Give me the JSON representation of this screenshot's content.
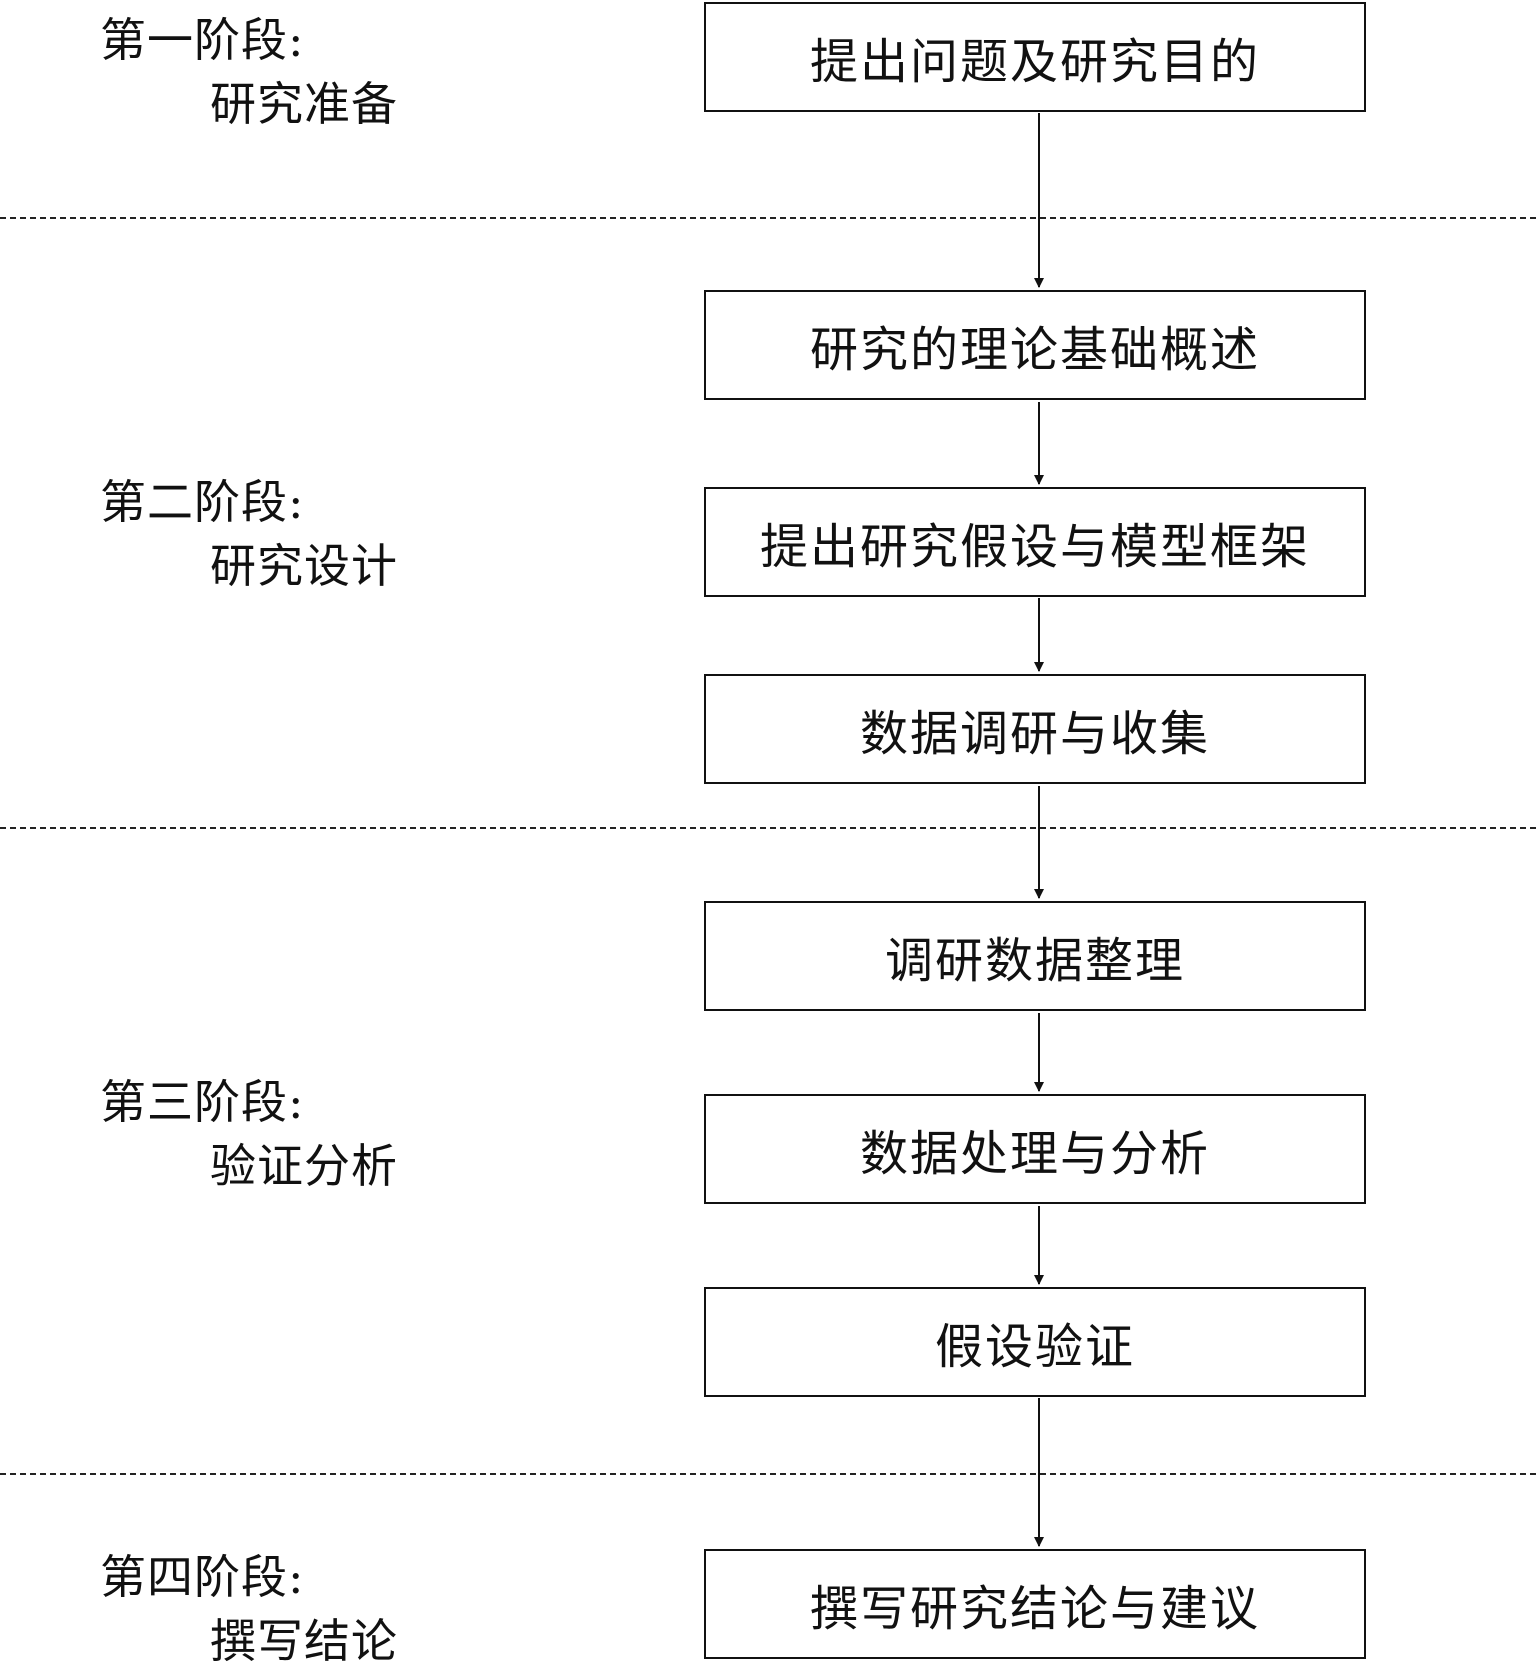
{
  "stages": [
    {
      "title": "第一阶段:",
      "name": "研究准备"
    },
    {
      "title": "第二阶段:",
      "name": "研究设计"
    },
    {
      "title": "第三阶段:",
      "name": "验证分析"
    },
    {
      "title": "第四阶段:",
      "name": "撰写结论"
    }
  ],
  "steps": [
    "提出问题及研究目的",
    "研究的理论基础概述",
    "提出研究假设与模型框架",
    "数据调研与收集",
    "调研数据整理",
    "数据处理与分析",
    "假设验证",
    "撰写研究结论与建议"
  ]
}
